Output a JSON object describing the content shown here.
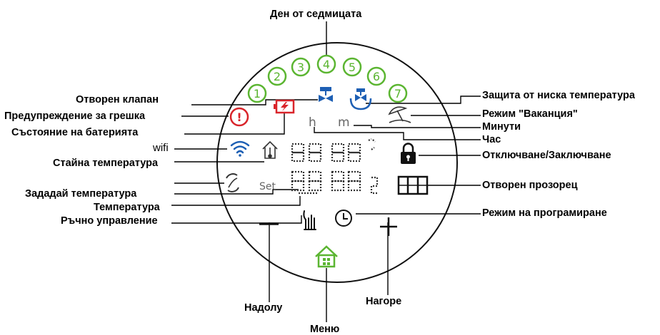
{
  "labels": {
    "day_of_week": "Ден от седмицата",
    "valve_open": "Отворен клапан",
    "error_warning": "Предупреждение за грешка",
    "battery_state": "Състояние на батерията",
    "wifi": "wifi",
    "room_temp": "Стайна температура",
    "set_temp": "Зададай температура",
    "temperature": "Температура",
    "manual_control": "Ръчно управление",
    "low_temp_protection": "Защита от ниска температура",
    "vacation_mode": "Режим \"Ваканция\"",
    "minutes": "Минути",
    "hour": "Час",
    "lock_unlock": "Отключване/Заключване",
    "open_window": "Отворен прозорец",
    "program_mode": "Режим на програмиране",
    "down": "Надолу",
    "up": "Нагоре",
    "menu": "Меню"
  },
  "display": {
    "days": [
      "1",
      "2",
      "3",
      "4",
      "5",
      "6",
      "7"
    ],
    "hour_glyph": "h",
    "minute_glyph": "m",
    "set_text": "Set",
    "error_glyph": "!",
    "minus_glyph": "−",
    "plus_glyph": "+"
  },
  "colors": {
    "green": "#5bb531",
    "blue": "#1d5fb4",
    "red": "#d9242a",
    "gray": "#666666"
  }
}
